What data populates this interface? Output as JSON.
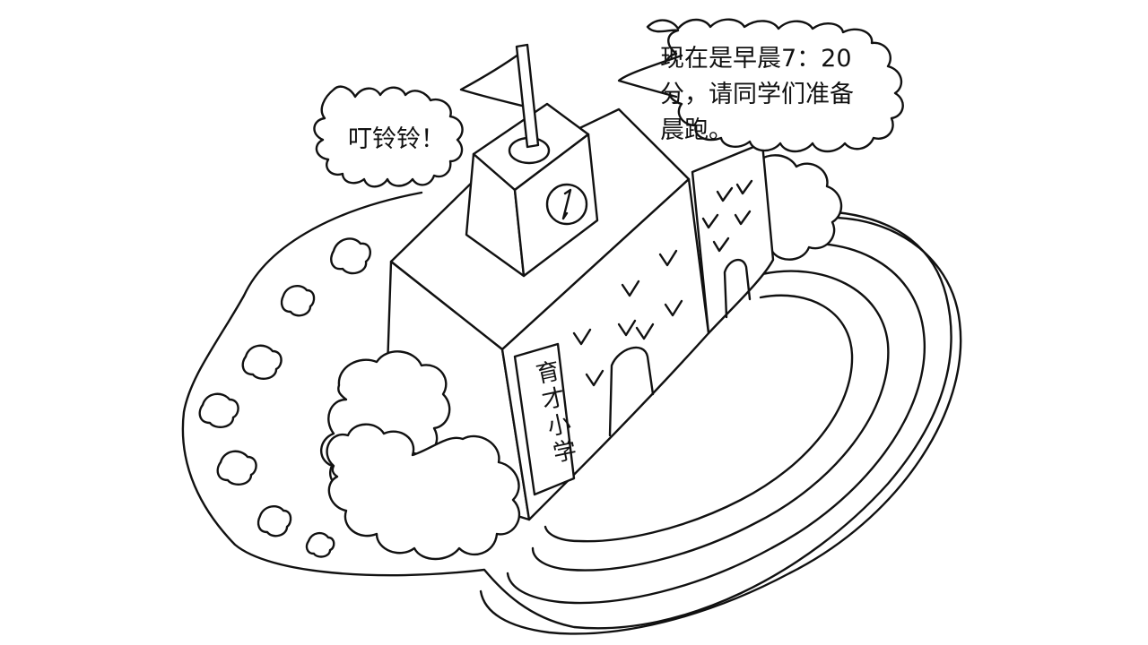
{
  "bell_bubble": {
    "text": "叮铃铃！"
  },
  "announcement_bubble": {
    "line1": "现在是早晨7：20",
    "line2": "分，请同学们准备",
    "line3": "晨跑。"
  },
  "school_sign": {
    "chars": [
      "育",
      "才",
      "小",
      "学"
    ]
  }
}
